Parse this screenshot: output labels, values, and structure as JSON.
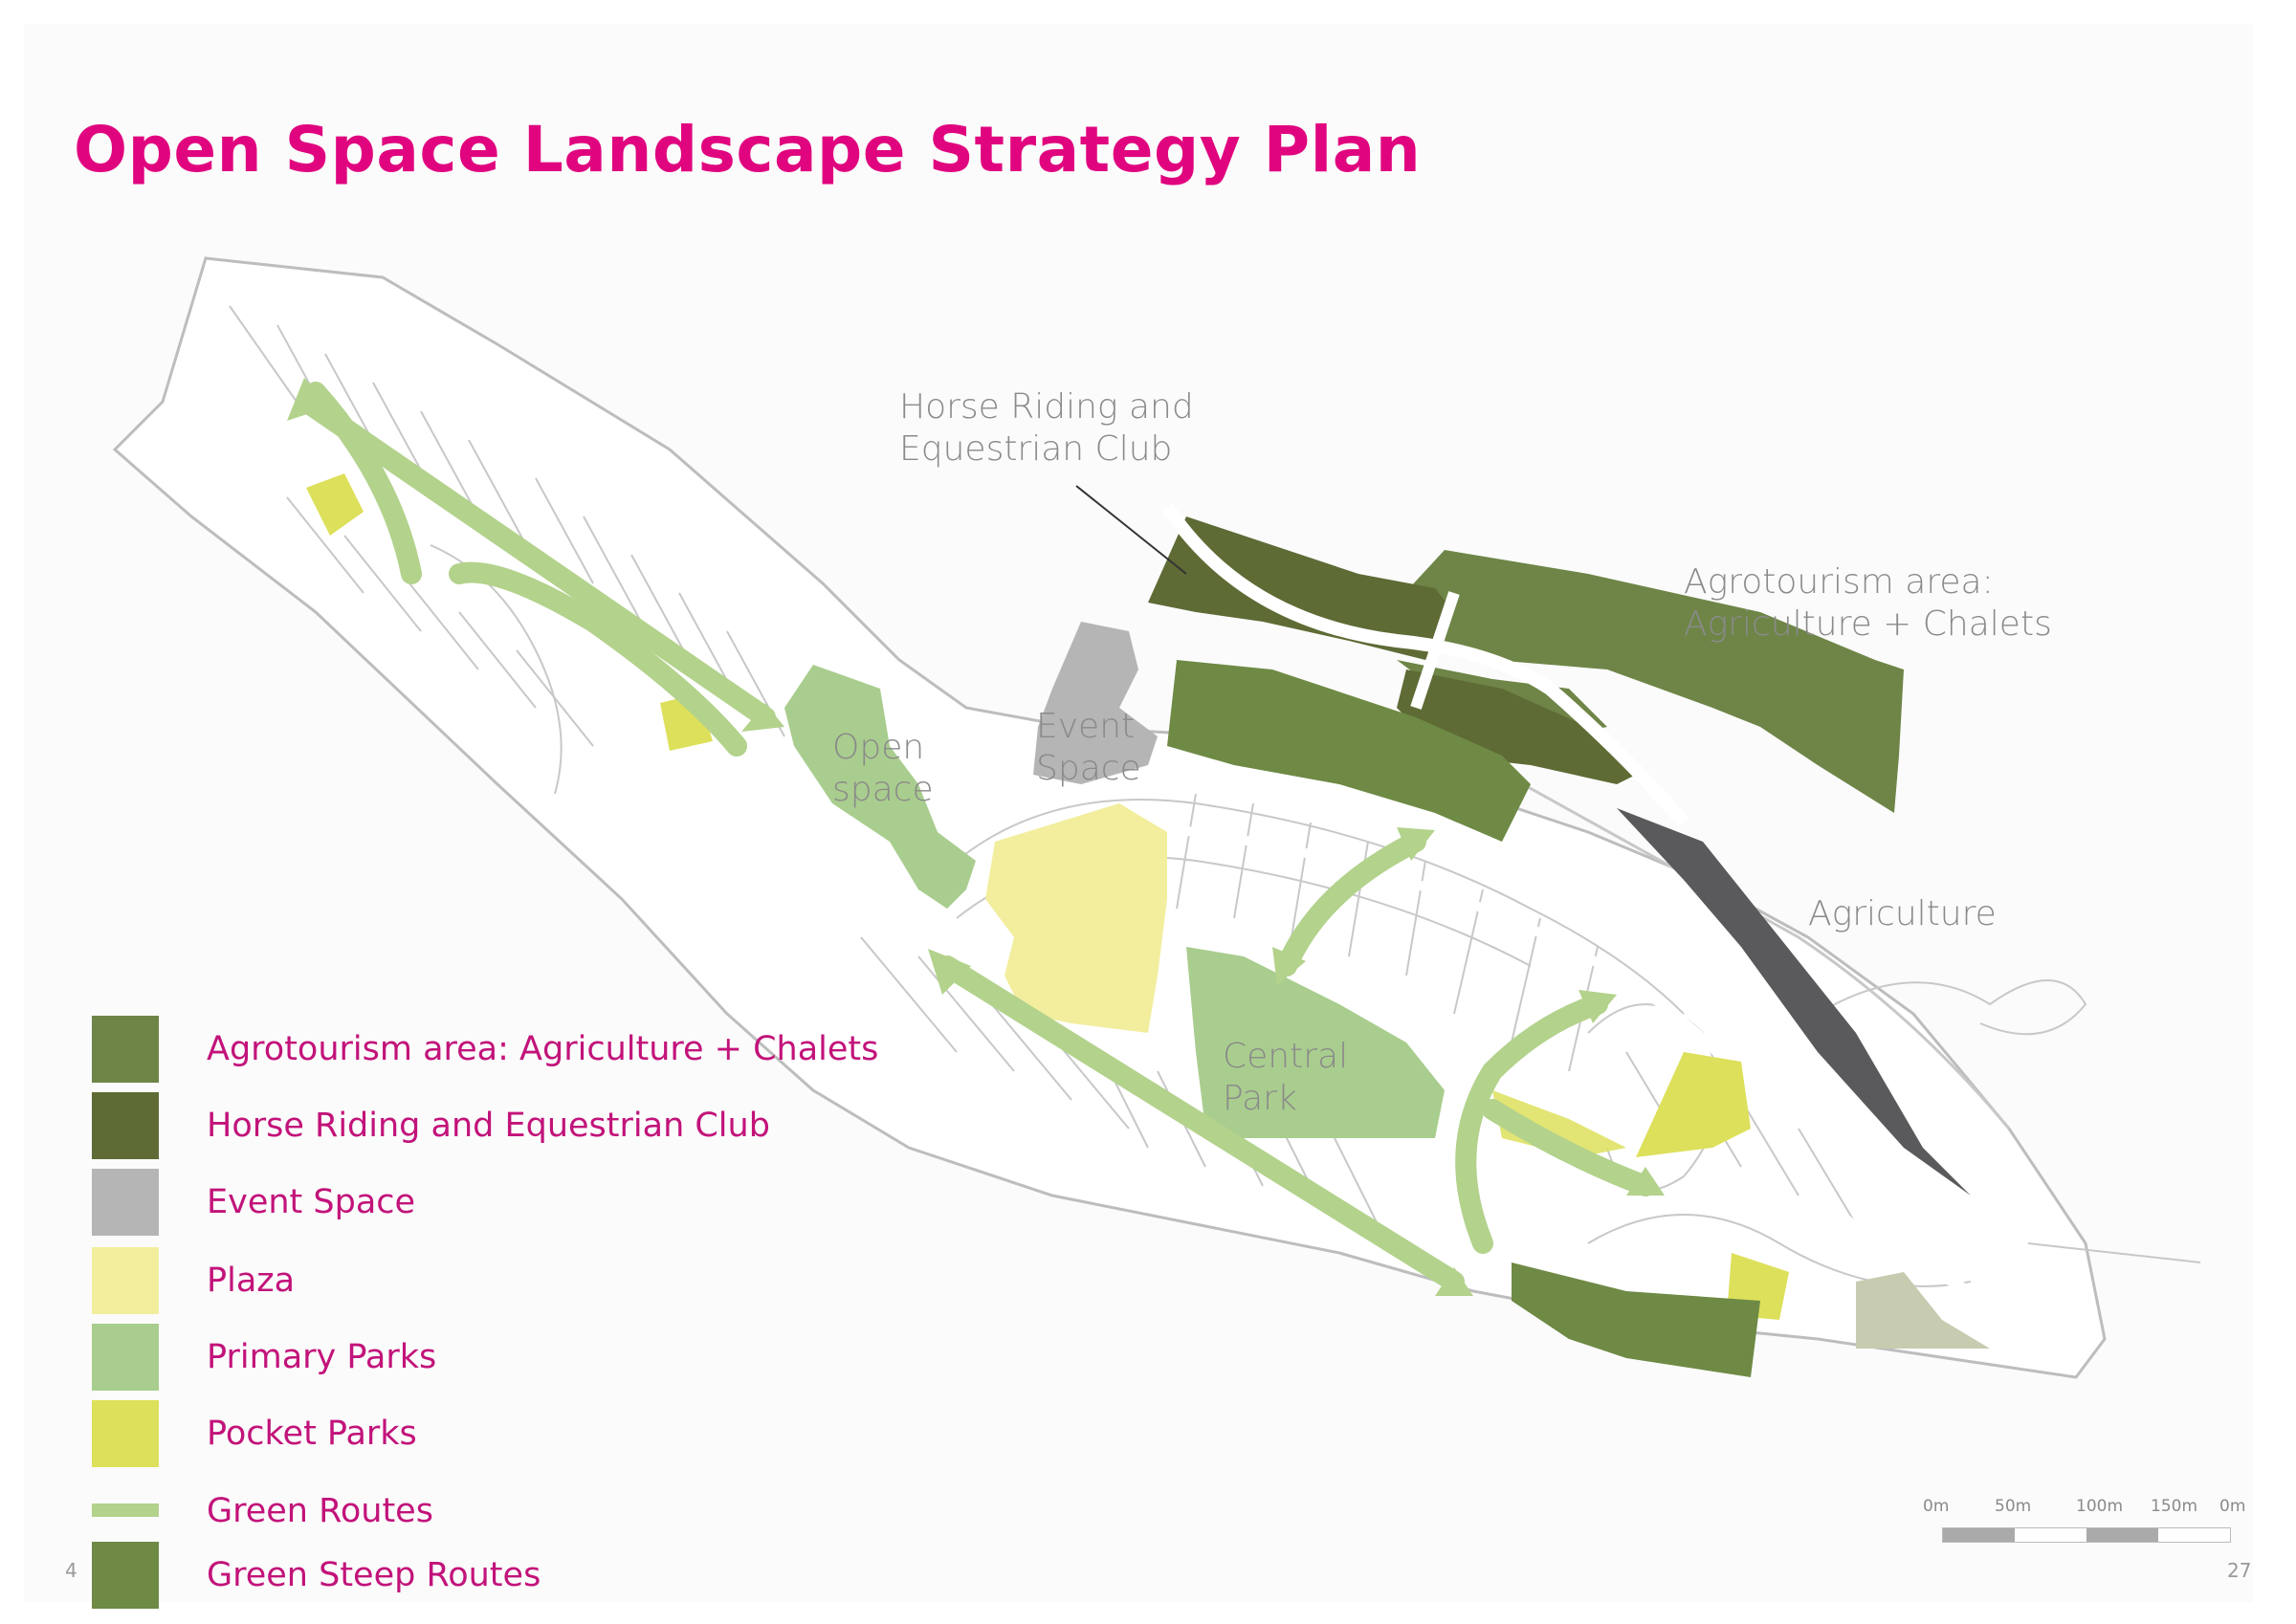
{
  "title": "Open Space Landscape Strategy Plan",
  "map_labels": {
    "horse_riding": [
      "Horse Riding and",
      "Equestrian Club"
    ],
    "agrotourism": [
      "Agrotourism area:",
      "Agriculture +  Chalets"
    ],
    "open_space": [
      "Open",
      "space"
    ],
    "event_space": [
      "Event",
      "Space"
    ],
    "central_park": [
      "Central",
      "Park"
    ],
    "agriculture": "Agriculture"
  },
  "legend": [
    {
      "label": "Agrotourism area: Agriculture +  Chalets",
      "color": "#6e8547",
      "kind": "swatch"
    },
    {
      "label": "Horse Riding and Equestrian Club",
      "color": "#5e6b35",
      "kind": "swatch"
    },
    {
      "label": "Event Space",
      "color": "#b5b5b5",
      "kind": "swatch"
    },
    {
      "label": "Plaza",
      "color": "#f2ee9e",
      "kind": "swatch"
    },
    {
      "label": "Primary Parks",
      "color": "#a9cd8e",
      "kind": "swatch"
    },
    {
      "label": "Pocket Parks",
      "color": "#dde05a",
      "kind": "swatch"
    },
    {
      "label": "Green Routes",
      "color": "#b3d28c",
      "kind": "line"
    },
    {
      "label": "Green Steep Routes",
      "color": "#6e8a45",
      "kind": "swatch"
    }
  ],
  "scale_bar": {
    "labels": [
      "0m",
      "50m",
      "100m",
      "150m",
      "0m"
    ]
  },
  "page_numbers": {
    "left": "4",
    "right": "27"
  }
}
